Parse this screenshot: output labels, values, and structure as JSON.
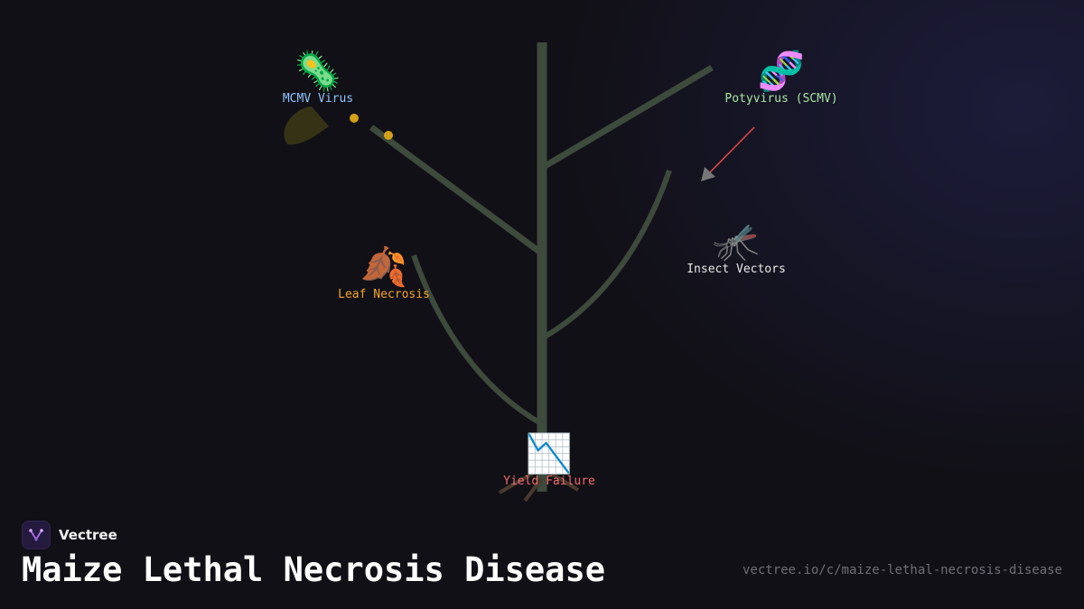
{
  "nodes": {
    "mcmv": {
      "label": "MCMV Virus",
      "icon": "microbe-icon",
      "glyph": "🦠",
      "color": "#8ec5ff"
    },
    "potyvirus": {
      "label": "Potyvirus (SCMV)",
      "icon": "dna-icon",
      "glyph": "🧬",
      "color": "#a8e6a1"
    },
    "insects": {
      "label": "Insect Vectors",
      "icon": "mosquito-icon",
      "glyph": "🦟",
      "color": "#e8e8e8"
    },
    "necrosis": {
      "label": "Leaf Necrosis",
      "icon": "fallen-leaf-icon",
      "glyph": "🍂",
      "color": "#f5a623"
    },
    "yield": {
      "label": "Yield Failure",
      "icon": "chart-decreasing-icon",
      "glyph": "📉",
      "color": "#f06a6a"
    }
  },
  "brand": {
    "name": "Vectree",
    "logo": "vectree-logo-icon"
  },
  "title": "Maize Lethal Necrosis Disease",
  "url": "vectree.io/c/maize-lethal-necrosis-disease",
  "colors": {
    "branch": "#3d4a3c",
    "arrow": "#e04848",
    "dot": "#d4a017",
    "background": "#111016"
  }
}
